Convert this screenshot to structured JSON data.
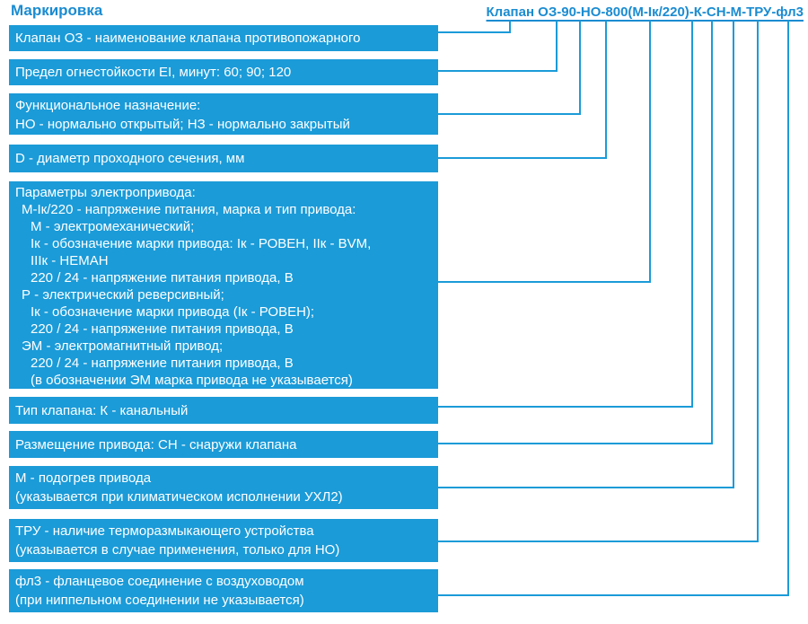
{
  "title": "Маркировка",
  "code": {
    "text": "Клапан ОЗ-90-НО-800(М-Iк/220)-К-СН-М-ТРУ-фл3",
    "segments": [
      "Клапан ОЗ",
      "90",
      "НО",
      "800",
      "(М-Iк/220)",
      "К",
      "СН",
      "М",
      "ТРУ",
      "фл3"
    ]
  },
  "colors": {
    "accent": "#1b9bd8",
    "accent_text": "#1b8cd1",
    "box_text": "#ffffff",
    "background": "#ffffff"
  },
  "boxes": [
    {
      "name": "valve-name-box",
      "lines": [
        {
          "text": "Клапан ОЗ - наименование клапана противопожарного",
          "indent": 0
        }
      ]
    },
    {
      "name": "fire-resistance-box",
      "lines": [
        {
          "text": "Предел огнестойкости EI, минут: 60; 90; 120",
          "indent": 0
        }
      ]
    },
    {
      "name": "function-box",
      "lines": [
        {
          "text": "Функциональное назначение:",
          "indent": 0
        },
        {
          "text": "НО - нормально открытый; НЗ - нормально закрытый",
          "indent": 0
        }
      ]
    },
    {
      "name": "diameter-box",
      "lines": [
        {
          "text": "D - диаметр проходного сечения, мм",
          "indent": 0
        }
      ]
    },
    {
      "name": "drive-params-box",
      "lines": [
        {
          "text": "Параметры электропривода:",
          "indent": 0
        },
        {
          "text": "М-Iк/220 - напряжение питания, марка и тип привода:",
          "indent": 1
        },
        {
          "text": "М - электромеханический;",
          "indent": 2
        },
        {
          "text": "Iк - обозначение марки привода: Iк - РОВЕН, IIк - BVM,",
          "indent": 2
        },
        {
          "text": "IIIк - НЕМАН",
          "indent": 2
        },
        {
          "text": "220 / 24 - напряжение питания привода, В",
          "indent": 2
        },
        {
          "text": "Р - электрический реверсивный;",
          "indent": 1
        },
        {
          "text": "Iк - обозначение марки привода (Iк - РОВЕН);",
          "indent": 2
        },
        {
          "text": "220 / 24 - напряжение питания привода, В",
          "indent": 2
        },
        {
          "text": "ЭМ - электромагнитный привод;",
          "indent": 1
        },
        {
          "text": "220 / 24 - напряжение питания привода, В",
          "indent": 2
        },
        {
          "text": "(в обозначении ЭМ марка привода не указывается)",
          "indent": 2
        }
      ]
    },
    {
      "name": "valve-type-box",
      "lines": [
        {
          "text": "Тип клапана: К - канальный",
          "indent": 0
        }
      ]
    },
    {
      "name": "drive-placement-box",
      "lines": [
        {
          "text": "Размещение привода: СН - снаружи клапана",
          "indent": 0
        }
      ]
    },
    {
      "name": "drive-heating-box",
      "lines": [
        {
          "text": "М - подогрев привода",
          "indent": 0
        },
        {
          "text": "(указывается при климатическом исполнении УХЛ2)",
          "indent": 0
        }
      ]
    },
    {
      "name": "tru-box",
      "lines": [
        {
          "text": "ТРУ - наличие терморазмыкающего устройства",
          "indent": 0
        },
        {
          "text": "(указывается в случае применения, только для НО)",
          "indent": 0
        }
      ]
    },
    {
      "name": "flange-box",
      "lines": [
        {
          "text": "фл3 - фланцевое соединение с воздуховодом",
          "indent": 0
        },
        {
          "text": "(при ниппельном соединении не указывается)",
          "indent": 0
        }
      ]
    }
  ]
}
